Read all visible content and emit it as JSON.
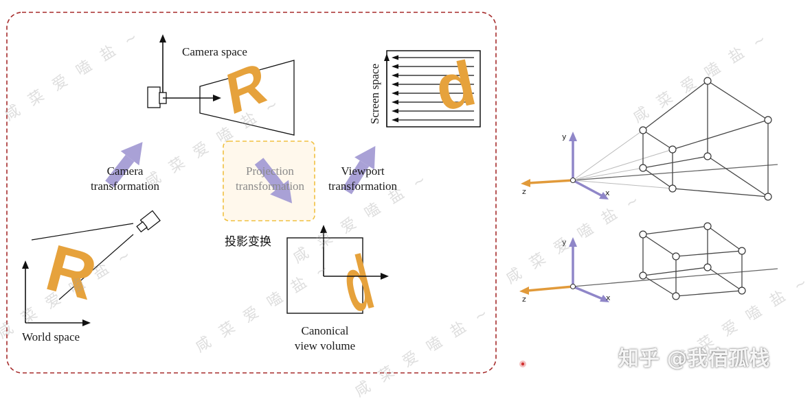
{
  "labels": {
    "camera_space": "Camera space",
    "screen_space": "Screen space",
    "camera_transformation": "Camera\ntransformation",
    "projection_transformation": "Projection\ntransformation",
    "viewport_transformation": "Viewport\ntransformation",
    "chinese_projection": "投影变换",
    "world_space": "World space",
    "canonical_view_volume": "Canonical\nview volume"
  },
  "axes_top": {
    "x": "x",
    "y": "y",
    "z": "z"
  },
  "axes_bottom": {
    "x": "x",
    "y": "y",
    "z": "z"
  },
  "watermark": "咸 菜 爱 嗑 盐 ~",
  "zhihu_mark": "知乎 @我宿孤栈",
  "colors": {
    "frame_dash": "#a52a2a",
    "glyph_orange": "#e6a23c",
    "arrow_purple": "#a9a1d6",
    "proj_box_dash": "#f0c040",
    "proj_box_fill": "#fff8ec",
    "z_axis": "#e19a3a",
    "xy_axis": "#8f86c8"
  }
}
